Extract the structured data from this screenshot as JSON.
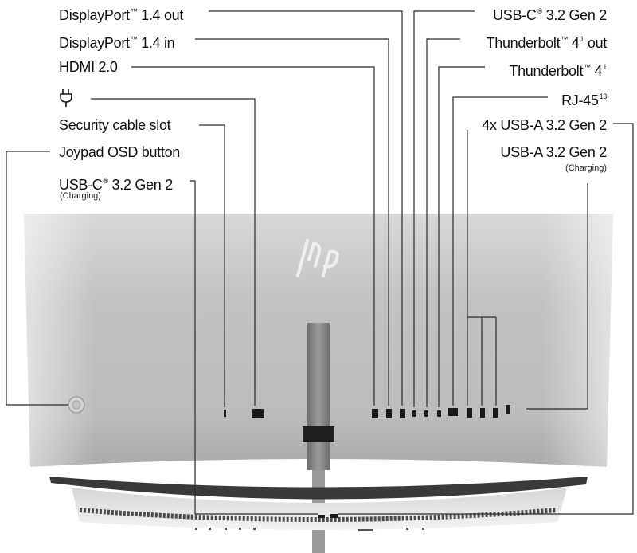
{
  "labels_left": [
    {
      "id": "dp-out",
      "text": "DisplayPort",
      "sup": "™",
      "rest": " 1.4 out"
    },
    {
      "id": "dp-in",
      "text": "DisplayPort",
      "sup": "™",
      "rest": " 1.4 in"
    },
    {
      "id": "hdmi",
      "text": "HDMI 2.0"
    },
    {
      "id": "power",
      "icon": "power-plug-icon"
    },
    {
      "id": "security",
      "text": "Security cable slot"
    },
    {
      "id": "joypad",
      "text": "Joypad OSD button"
    },
    {
      "id": "usbc-left",
      "text": "USB-C",
      "sup": "®",
      "rest": " 3.2 Gen 2",
      "note": "(Charging)"
    }
  ],
  "labels_right": [
    {
      "id": "usbc-right",
      "text": "USB-C",
      "sup": "®",
      "rest": " 3.2 Gen 2"
    },
    {
      "id": "tb-out",
      "text": "Thunderbolt",
      "sup": "™",
      "rest": " 4",
      "sup2": "1",
      "rest2": " out"
    },
    {
      "id": "tb",
      "text": "Thunderbolt",
      "sup": "™",
      "rest": " 4",
      "sup2": "1"
    },
    {
      "id": "rj45",
      "text": "RJ-45",
      "sup": "13"
    },
    {
      "id": "usba4",
      "text": "4x USB-A 3.2 Gen 2"
    },
    {
      "id": "usba-charge",
      "text": "USB-A 3.2 Gen 2",
      "note": "(Charging)"
    }
  ],
  "colors": {
    "line": "#2a2a2a",
    "panel_top": "#f2f2f2",
    "panel_mid": "#c8c8c8",
    "panel_dark": "#a9a9a9",
    "port": "#1a1a1a",
    "stand": "#8c8c8c"
  },
  "logo_icon": "hp-logo-icon"
}
